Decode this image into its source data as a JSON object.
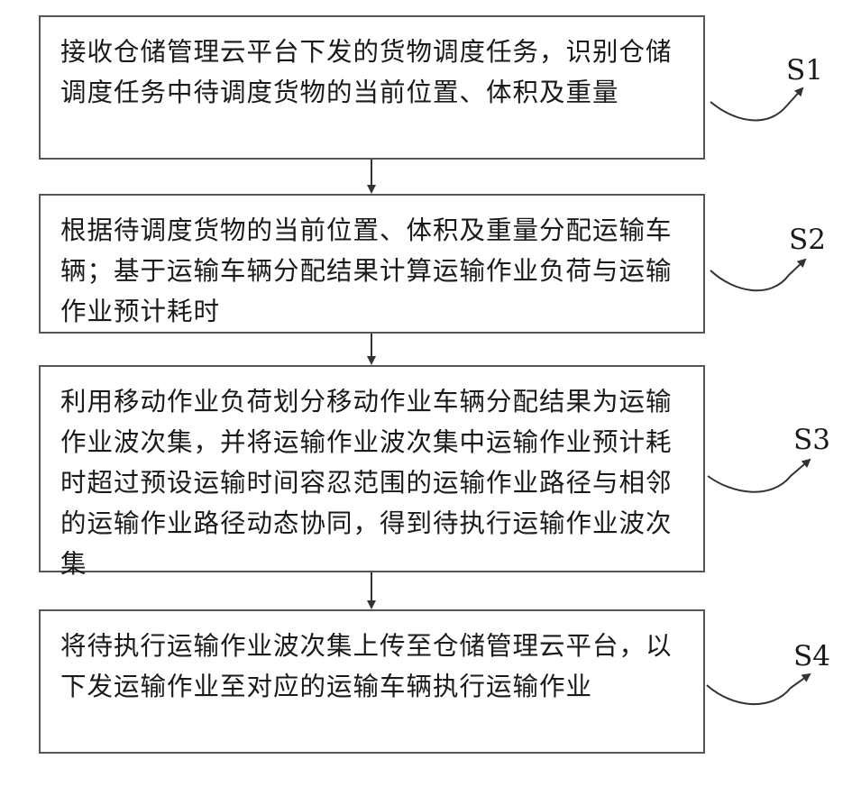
{
  "steps": [
    {
      "label": "S1",
      "text": "接收仓储管理云平台下发的货物调度任务，识别仓储调度任务中待调度货物的当前位置、体积及重量"
    },
    {
      "label": "S2",
      "text": "根据待调度货物的当前位置、体积及重量分配运输车辆；基于运输车辆分配结果计算运输作业负荷与运输作业预计耗时"
    },
    {
      "label": "S3",
      "text": "利用移动作业负荷划分移动作业车辆分配结果为运输作业波次集，并将运输作业波次集中运输作业预计耗时超过预设运输时间容忍范围的运输作业路径与相邻的运输作业路径动态协同，得到待执行运输作业波次集"
    },
    {
      "label": "S4",
      "text": "将待执行运输作业波次集上传至仓储管理云平台，以下发运输作业至对应的运输车辆执行运输作业"
    }
  ],
  "colors": {
    "border": "#555555",
    "text": "#1a1a1a",
    "background": "#ffffff"
  }
}
